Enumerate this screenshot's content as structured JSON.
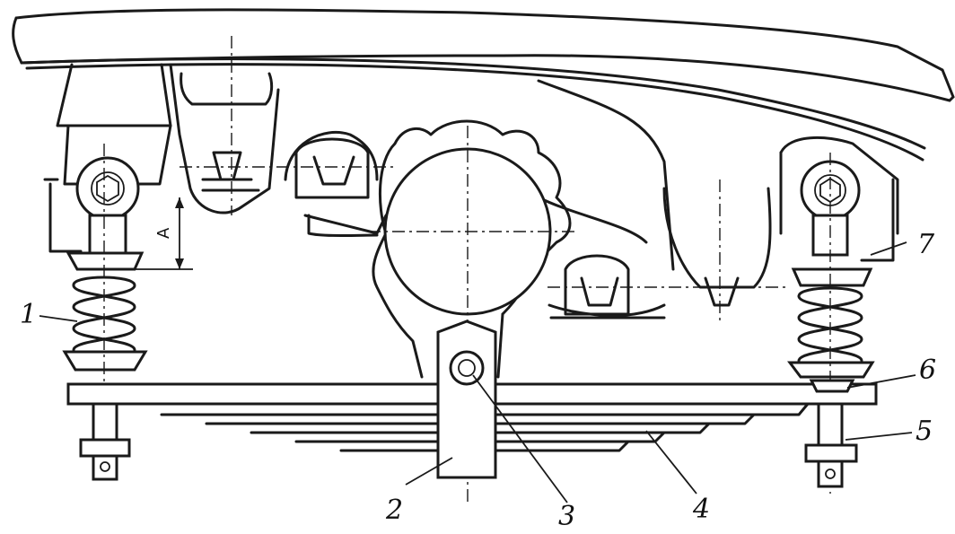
{
  "labels": {
    "spring_left": "1",
    "clamp": "2",
    "pivot": "3",
    "leaf_spring": "4",
    "bolt": "5",
    "pad": "6",
    "bracket": "7"
  },
  "dimension": {
    "gap": "A"
  },
  "colors": {
    "ink": "#1a1a1a",
    "paper": "#ffffff"
  }
}
